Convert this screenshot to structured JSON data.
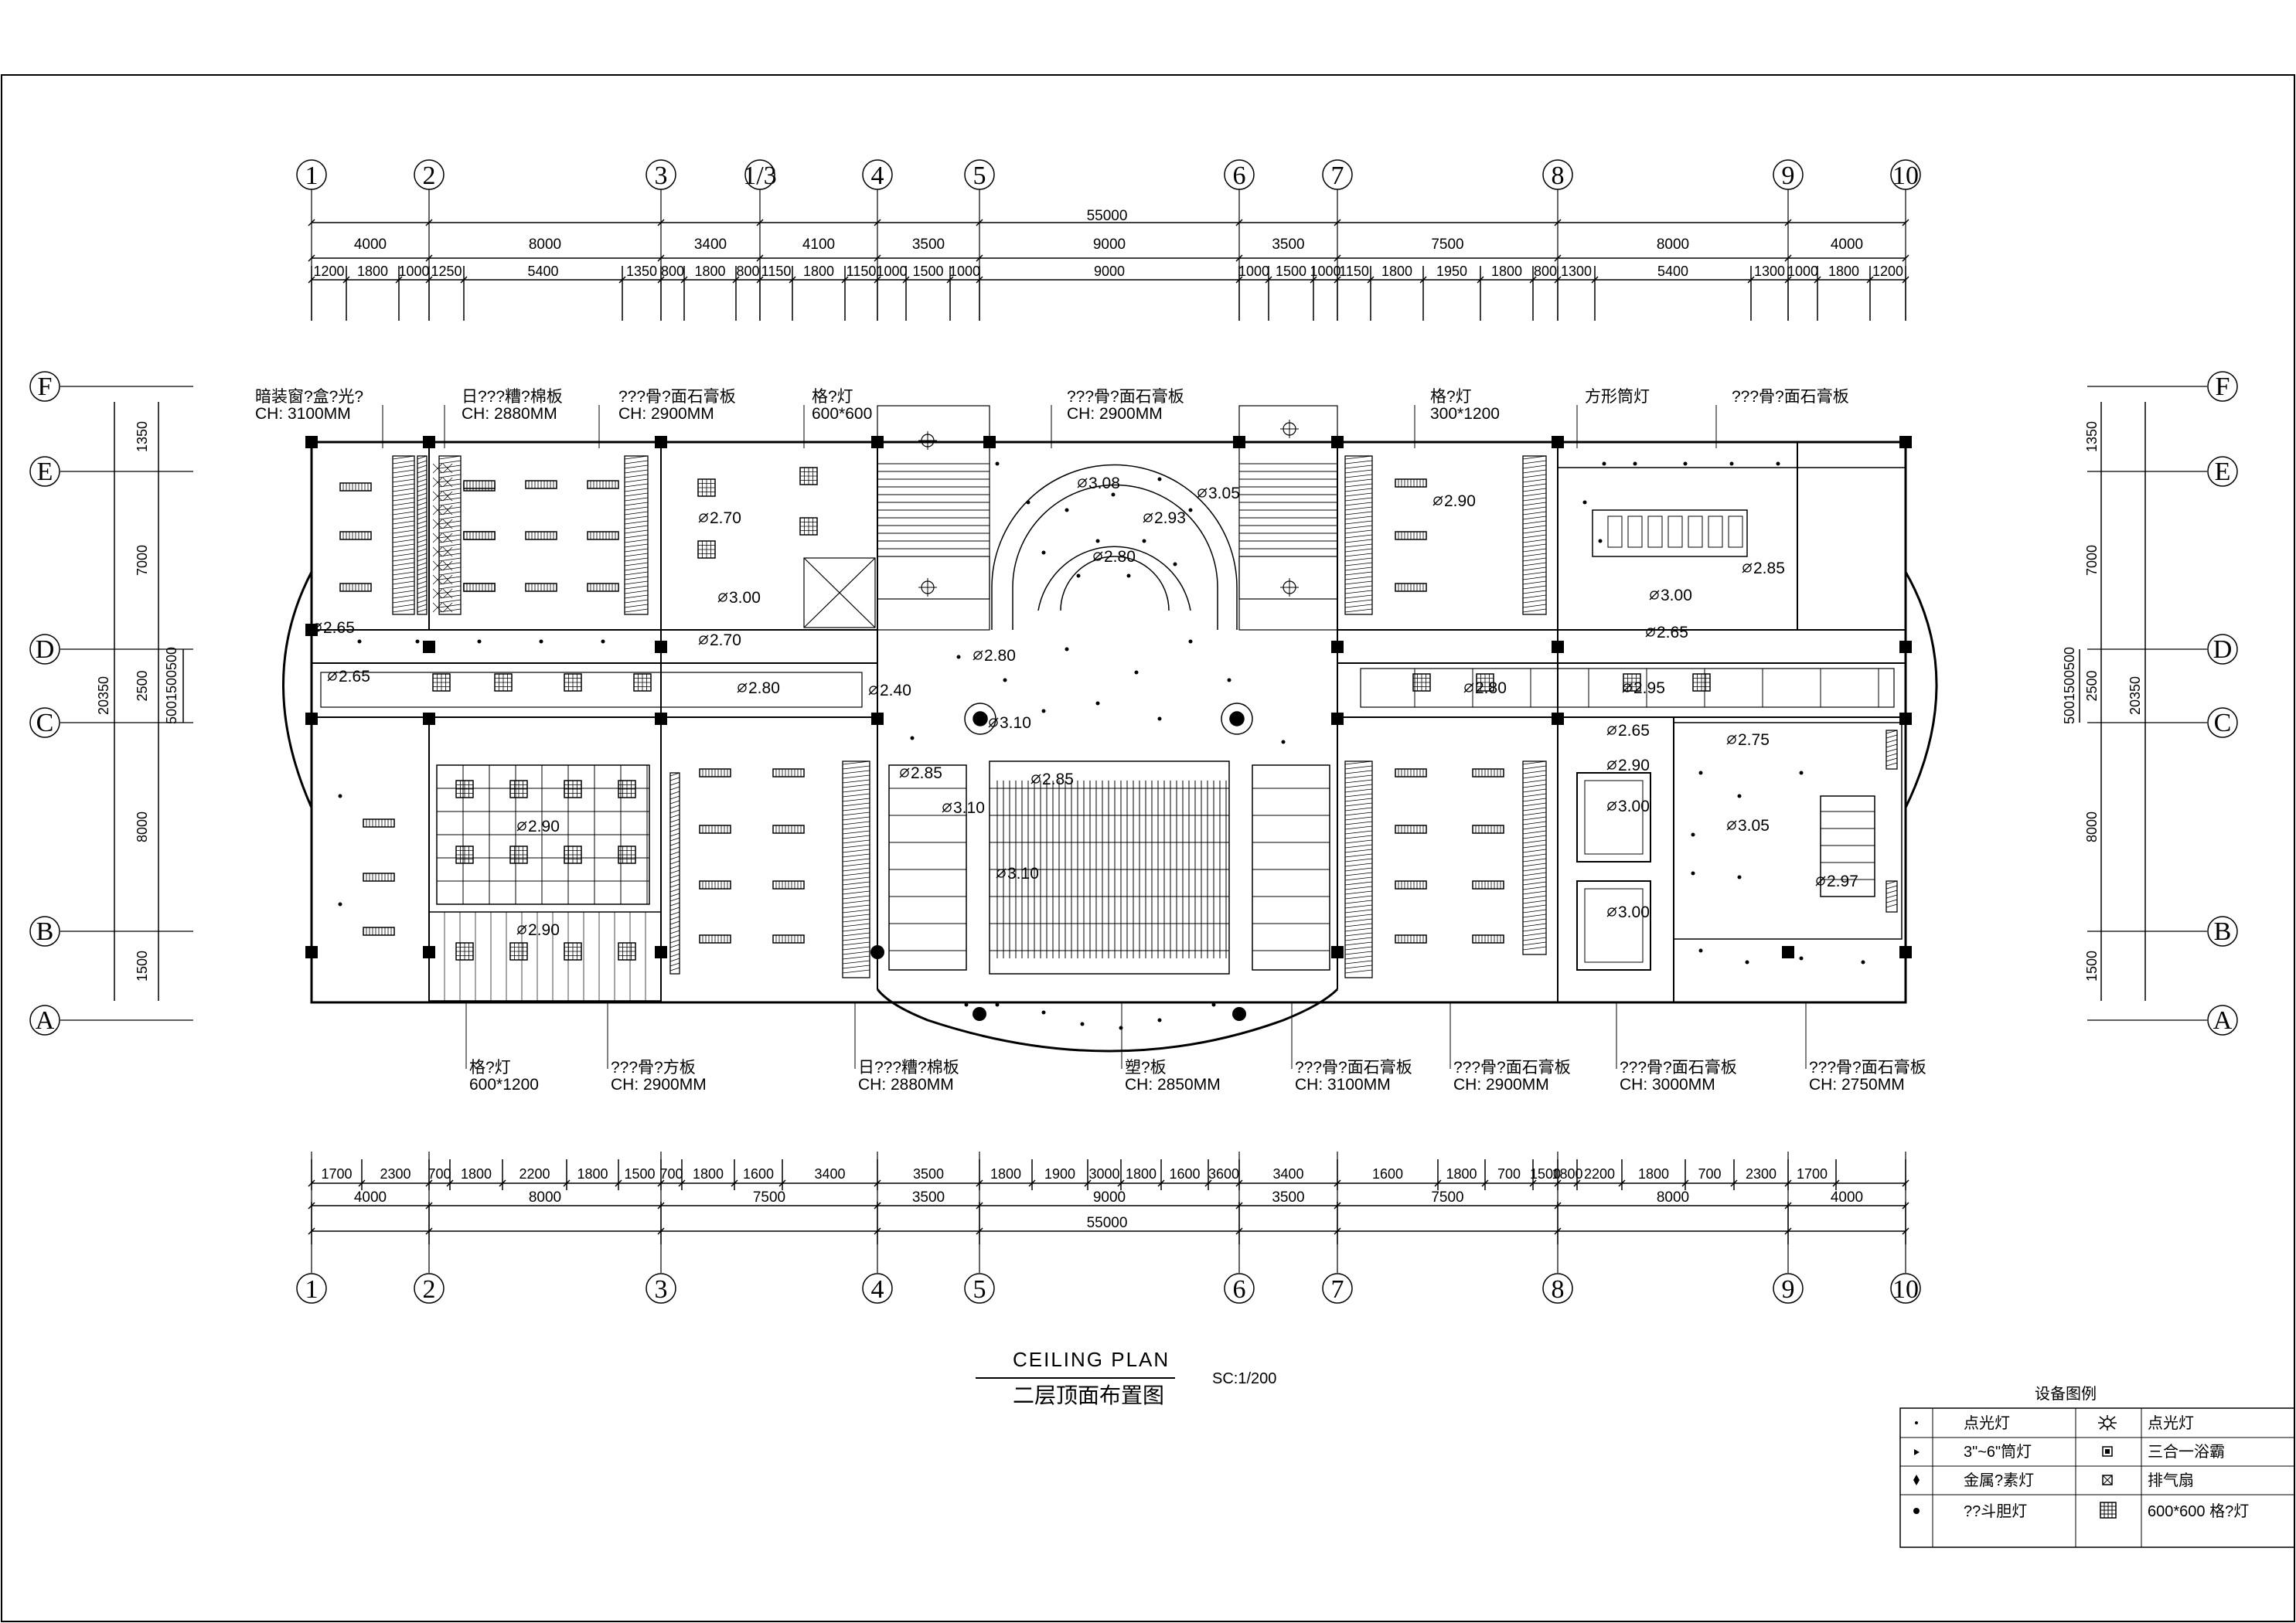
{
  "drawing": {
    "title_en": "CEILING  PLAN",
    "title_cn": "二层顶面布置图",
    "scale": "SC:1/200"
  },
  "grid": {
    "columns": [
      "1",
      "2",
      "3",
      "1/3",
      "4",
      "5",
      "6",
      "7",
      "8",
      "9",
      "10"
    ],
    "columns_bottom": [
      "1",
      "2",
      "3",
      "4",
      "5",
      "6",
      "7",
      "8",
      "9",
      "10"
    ],
    "rows": [
      "F",
      "E",
      "D",
      "C",
      "B",
      "A"
    ]
  },
  "dimensions": {
    "top_total": "55000",
    "top_primary": [
      "4000",
      "8000",
      "3400",
      "4100",
      "3500",
      "9000",
      "3500",
      "7500",
      "8000",
      "4000"
    ],
    "top_secondary": [
      "1200",
      "1800",
      "1000",
      "1250",
      "5400",
      "1350",
      "800",
      "1800",
      "800",
      "1150",
      "1800",
      "1150",
      "1000",
      "1500",
      "1000",
      "9000",
      "1000",
      "1500",
      "1000",
      "1150",
      "1800",
      "1950",
      "1800",
      "800",
      "1300",
      "5400",
      "1300",
      "1000",
      "1800",
      "1200"
    ],
    "bottom_total": "55000",
    "bottom_primary": [
      "4000",
      "8000",
      "7500",
      "3500",
      "9000",
      "3500",
      "7500",
      "8000",
      "4000"
    ],
    "bottom_secondary": [
      "1700",
      "2300",
      "700",
      "1800",
      "2200",
      "1800",
      "1500",
      "700",
      "1800",
      "1600",
      "3400",
      "3500",
      "1800",
      "1900",
      "3000",
      "1800",
      "1600",
      "3600",
      "3400",
      "1600",
      "1800",
      "700",
      "1500",
      "1800",
      "2200",
      "1800",
      "700",
      "2300",
      "1700"
    ],
    "side_total": "20350",
    "side_segments": [
      "1350",
      "7000",
      "2500",
      "8000",
      "1500"
    ],
    "side_small": "5001500500"
  },
  "labels": {
    "top": [
      {
        "name": "暗装窗?盒?光?",
        "ch": "CH: 3100MM"
      },
      {
        "name": "日???糟?棉板",
        "ch": "CH: 2880MM"
      },
      {
        "name": "???骨?面石膏板",
        "ch": "CH: 2900MM"
      },
      {
        "name": "格?灯",
        "ch": "600*600"
      },
      {
        "name": "???骨?面石膏板",
        "ch": "CH: 2900MM"
      },
      {
        "name": "格?灯",
        "ch": "300*1200"
      },
      {
        "name": "方形筒灯",
        "ch": ""
      },
      {
        "name": "???骨?面石膏板",
        "ch": ""
      }
    ],
    "bottom": [
      {
        "name": "格?灯",
        "ch": "600*1200"
      },
      {
        "name": "???骨?方板",
        "ch": "CH: 2900MM"
      },
      {
        "name": "日???糟?棉板",
        "ch": "CH: 2880MM"
      },
      {
        "name": "塑?板",
        "ch": "CH: 2850MM"
      },
      {
        "name": "???骨?面石膏板",
        "ch": "CH: 3100MM"
      },
      {
        "name": "???骨?面石膏板",
        "ch": "CH: 2900MM"
      },
      {
        "name": "???骨?面石膏板",
        "ch": "CH: 3000MM"
      },
      {
        "name": "???骨?面石膏板",
        "ch": "CH: 2750MM"
      }
    ],
    "heights": [
      "2.65",
      "2.65",
      "2.70",
      "3.00",
      "2.70",
      "3.08",
      "3.05",
      "2.93",
      "2.80",
      "2.80",
      "2.90",
      "2.85",
      "3.00",
      "2.65",
      "2.80",
      "2.40",
      "3.10",
      "2.80",
      "2.95",
      "2.65",
      "2.90",
      "2.75",
      "3.00",
      "3.05",
      "2.97",
      "3.00",
      "2.85",
      "3.10",
      "3.10",
      "2.85",
      "2.90",
      "2.90"
    ]
  },
  "legend": {
    "title": "设备图例",
    "rows": [
      {
        "left": "点光灯",
        "right": "点光灯"
      },
      {
        "left": "3\"~6\"筒灯",
        "right": "三合一浴霸"
      },
      {
        "left": "金属?素灯",
        "right": "排气扇"
      },
      {
        "left": "??斗胆灯",
        "right": "600*600 格?灯"
      }
    ]
  }
}
